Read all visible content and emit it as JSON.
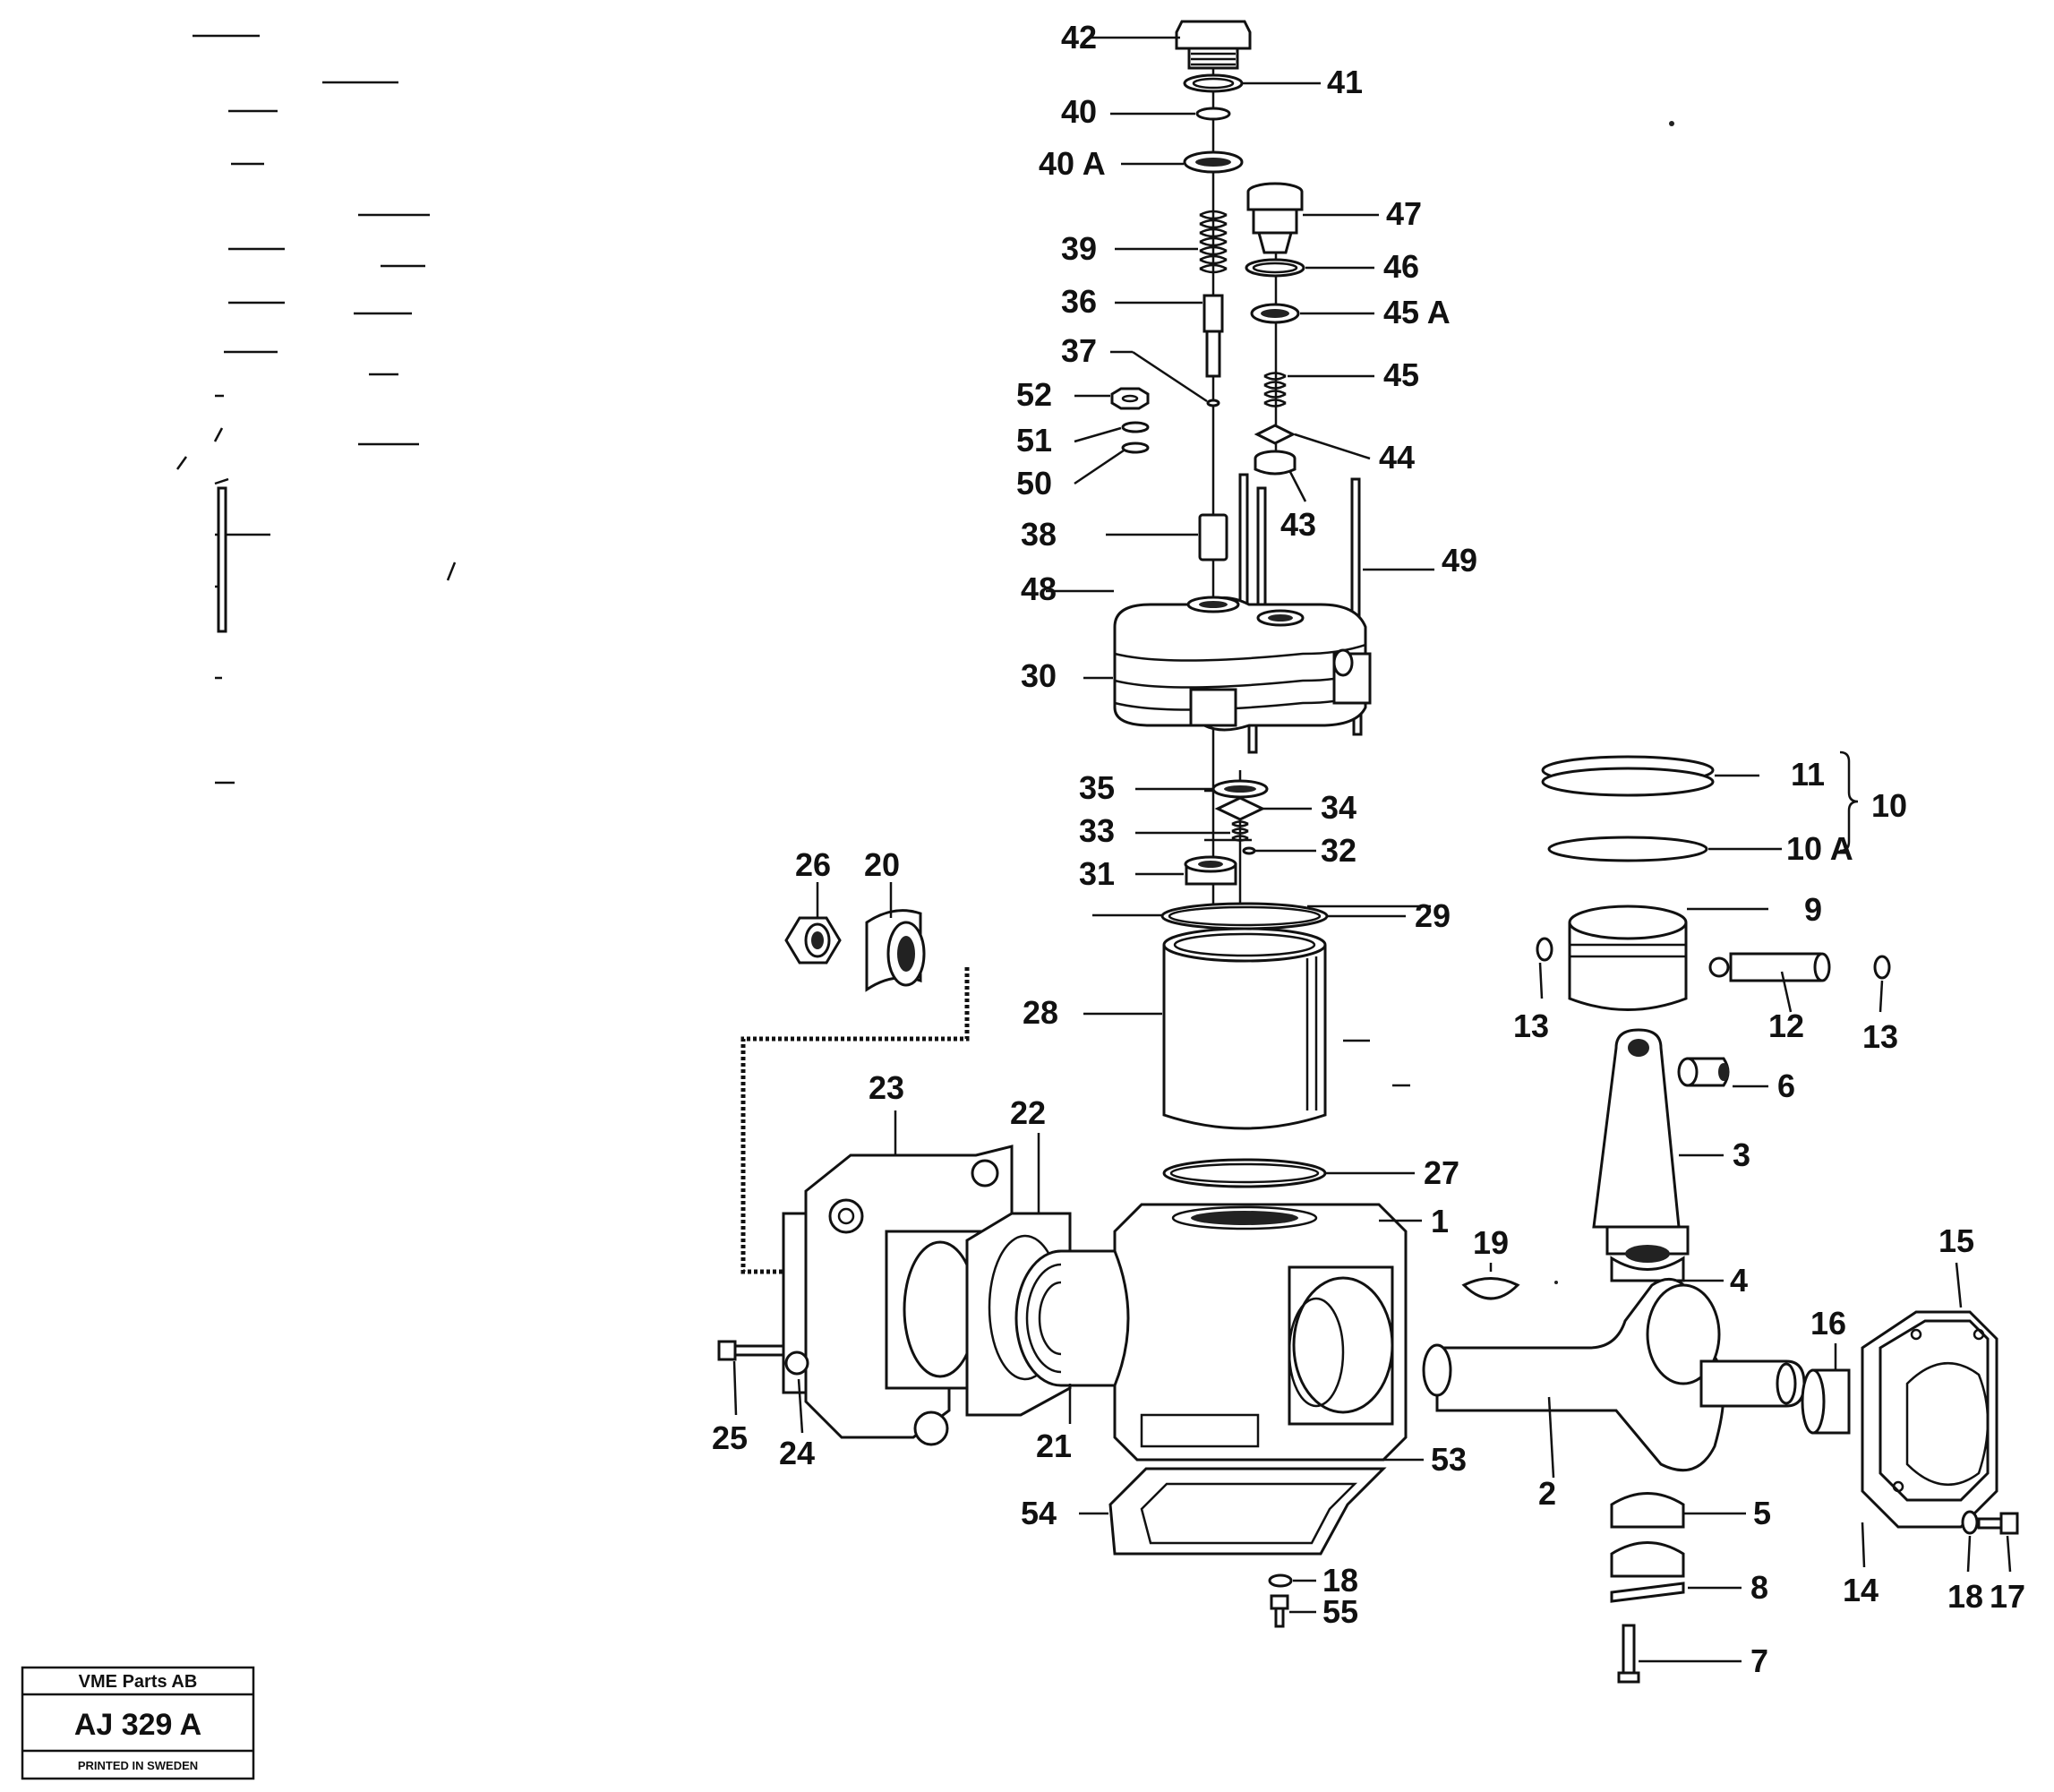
{
  "stamp": {
    "company": "VME Parts AB",
    "code": "AJ 329 A",
    "printed": "PRINTED IN SWEDEN"
  },
  "callouts": [
    "42",
    "41",
    "40",
    "40 A",
    "47",
    "39",
    "46",
    "36",
    "45 A",
    "37",
    "45",
    "52",
    "51",
    "44",
    "50",
    "43",
    "38",
    "49",
    "48",
    "30",
    "35",
    "34",
    "11",
    "33",
    "32",
    "10",
    "31",
    "10 A",
    "26",
    "20",
    "29",
    "9",
    "13",
    "12",
    "13",
    "28",
    "6",
    "23",
    "22",
    "3",
    "27",
    "1",
    "19",
    "15",
    "4",
    "16",
    "25",
    "24",
    "21",
    "53",
    "2",
    "5",
    "54",
    "18",
    "8",
    "14",
    "18",
    "17",
    "55",
    "7"
  ]
}
